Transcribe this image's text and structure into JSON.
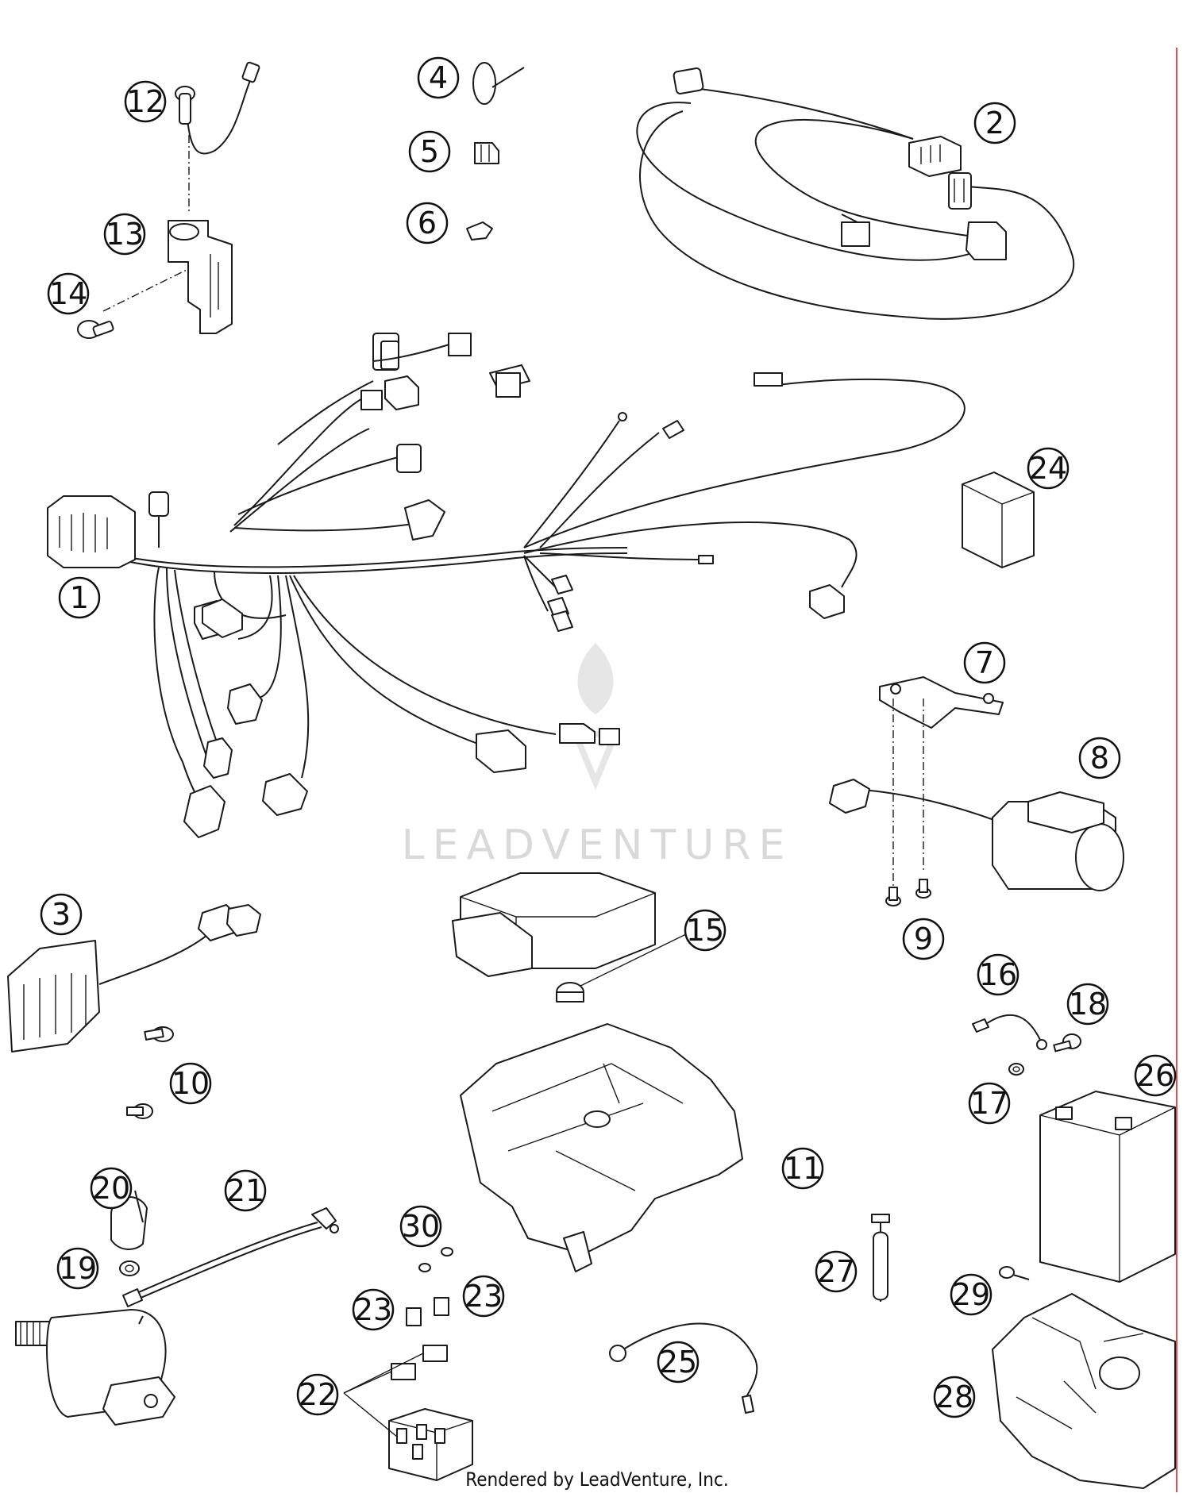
{
  "callouts": [
    {
      "label": "1"
    },
    {
      "label": "2"
    },
    {
      "label": "3"
    },
    {
      "label": "4"
    },
    {
      "label": "5"
    },
    {
      "label": "6"
    },
    {
      "label": "7"
    },
    {
      "label": "8"
    },
    {
      "label": "9"
    },
    {
      "label": "10"
    },
    {
      "label": "11"
    },
    {
      "label": "12"
    },
    {
      "label": "13"
    },
    {
      "label": "14"
    },
    {
      "label": "15"
    },
    {
      "label": "16"
    },
    {
      "label": "17"
    },
    {
      "label": "18"
    },
    {
      "label": "19"
    },
    {
      "label": "20"
    },
    {
      "label": "21"
    },
    {
      "label": "22"
    },
    {
      "label": "23"
    },
    {
      "label": "23"
    },
    {
      "label": "24"
    },
    {
      "label": "25"
    },
    {
      "label": "26"
    },
    {
      "label": "27"
    },
    {
      "label": "28"
    },
    {
      "label": "29"
    },
    {
      "label": "30"
    }
  ],
  "watermark": {
    "text": "LEADVENTURE"
  },
  "footer": {
    "text": "Rendered by LeadVenture, Inc."
  },
  "colors": {
    "line": "#1a1a1a",
    "watermark": "#d9d9d9",
    "border_accent": "#e05050"
  }
}
